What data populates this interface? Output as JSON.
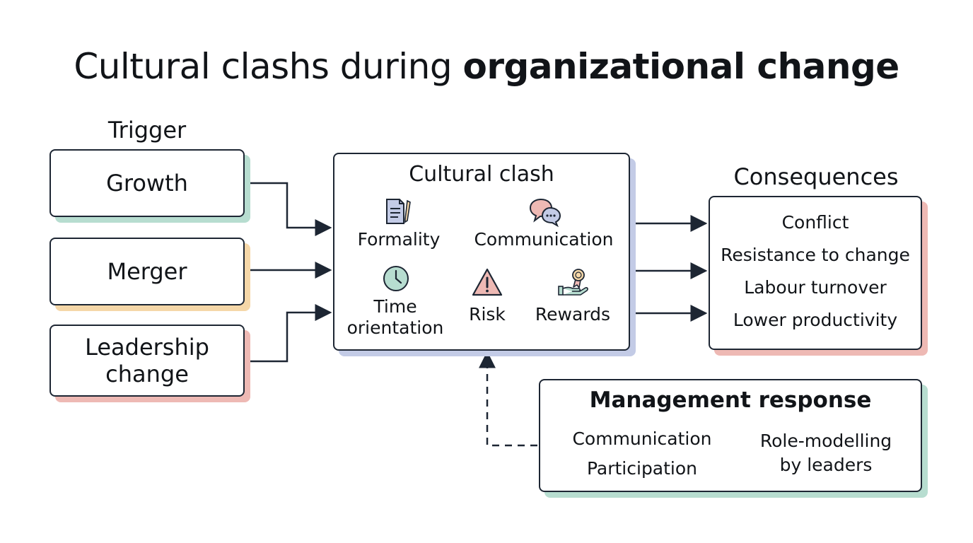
{
  "title": {
    "regular": "Cultural clashs during",
    "bold": "organizational change"
  },
  "trigger": {
    "heading": "Trigger",
    "items": [
      {
        "label": "Growth",
        "accent": "#b7ddd0"
      },
      {
        "label": "Merger",
        "accent": "#f5d7a8"
      },
      {
        "label": "Leadership\nchange",
        "accent": "#eeb9b4"
      }
    ]
  },
  "clash": {
    "heading": "Cultural clash",
    "accent": "#c3cbe6",
    "dimensions": [
      {
        "label": "Formality",
        "icon": "document-icon"
      },
      {
        "label": "Communication",
        "icon": "speech-bubbles-icon"
      },
      {
        "label": "Time\norientation",
        "icon": "clock-icon"
      },
      {
        "label": "Risk",
        "icon": "warning-icon"
      },
      {
        "label": "Rewards",
        "icon": "reward-hand-icon"
      }
    ]
  },
  "consequences": {
    "heading": "Consequences",
    "accent": "#eeb9b4",
    "items": [
      "Conflict",
      "Resistance to change",
      "Labour turnover",
      "Lower productivity"
    ]
  },
  "management": {
    "heading": "Management response",
    "accent": "#b7ddd0",
    "left": "Communication\nParticipation",
    "right": "Role-modelling\nby leaders"
  },
  "colors": {
    "line": "#1d2633",
    "box_border": "#1d2633"
  }
}
